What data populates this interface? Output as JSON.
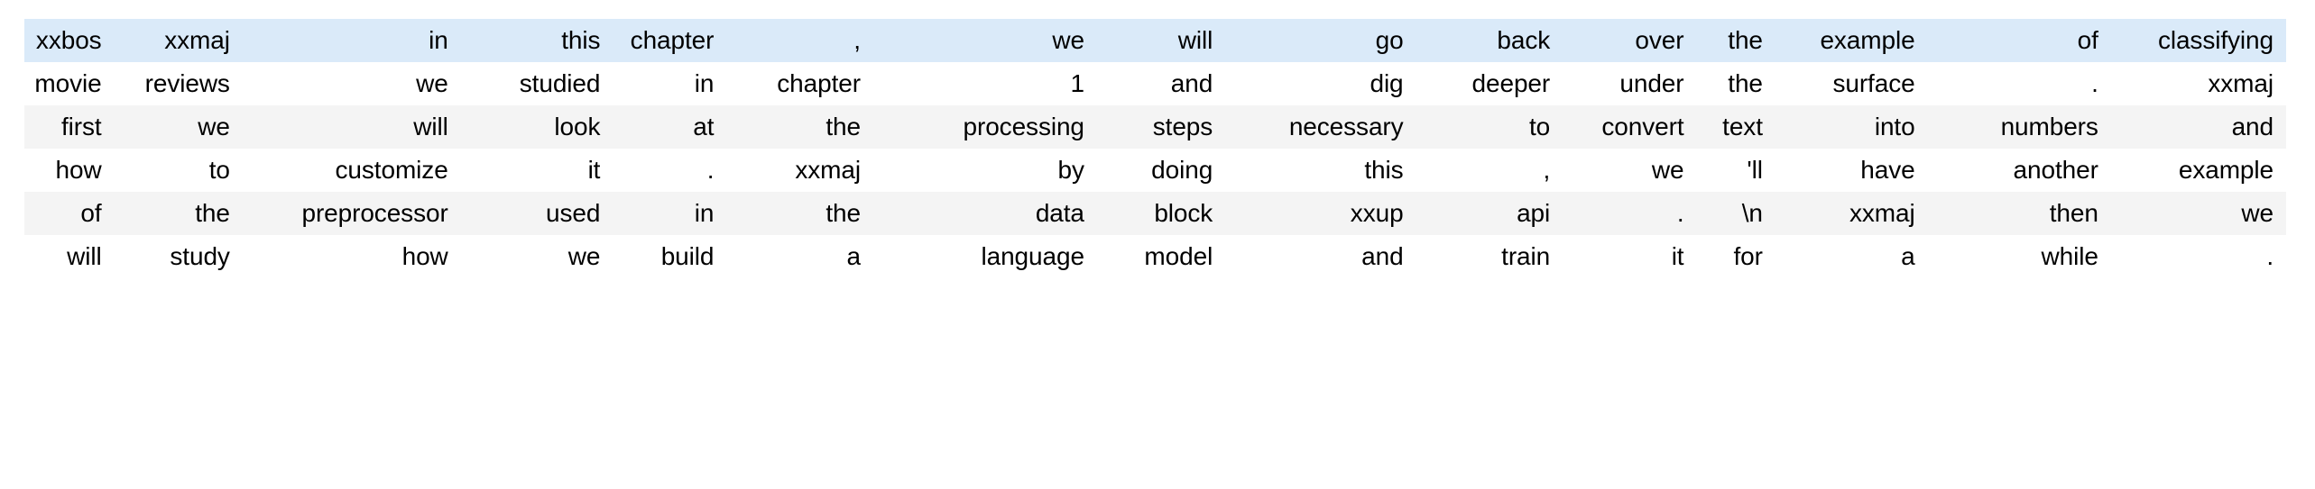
{
  "table": {
    "kind": "tokenized-text-dataframe",
    "row_count": 6,
    "column_count": 15,
    "colors": {
      "highlight_row_bg": "#daeaf9",
      "stripe_row_bg": "#f4f4f4",
      "plain_row_bg": "#ffffff",
      "text": "#000000"
    },
    "rows": [
      {
        "style": "highlight",
        "cells": [
          "xxbos",
          "xxmaj",
          "in",
          "this",
          "chapter",
          ",",
          "we",
          "will",
          "go",
          "back",
          "over",
          "the",
          "example",
          "of",
          "classifying"
        ]
      },
      {
        "style": "plain",
        "cells": [
          "movie",
          "reviews",
          "we",
          "studied",
          "in",
          "chapter",
          "1",
          "and",
          "dig",
          "deeper",
          "under",
          "the",
          "surface",
          ".",
          "xxmaj"
        ]
      },
      {
        "style": "stripe",
        "cells": [
          "first",
          "we",
          "will",
          "look",
          "at",
          "the",
          "processing",
          "steps",
          "necessary",
          "to",
          "convert",
          "text",
          "into",
          "numbers",
          "and"
        ]
      },
      {
        "style": "plain",
        "cells": [
          "how",
          "to",
          "customize",
          "it",
          ".",
          "xxmaj",
          "by",
          "doing",
          "this",
          ",",
          "we",
          "'ll",
          "have",
          "another",
          "example"
        ]
      },
      {
        "style": "stripe",
        "cells": [
          "of",
          "the",
          "preprocessor",
          "used",
          "in",
          "the",
          "data",
          "block",
          "xxup",
          "api",
          ".",
          "\\n",
          "xxmaj",
          "then",
          "we"
        ]
      },
      {
        "style": "plain",
        "cells": [
          "will",
          "study",
          "how",
          "we",
          "build",
          "a",
          "language",
          "model",
          "and",
          "train",
          "it",
          "for",
          "a",
          "while",
          "."
        ]
      }
    ]
  }
}
